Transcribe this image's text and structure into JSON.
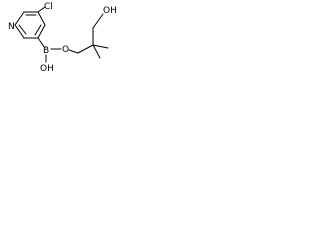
{
  "molecule": {
    "atoms": {
      "nitrogen": "N",
      "chlorine": "Cl",
      "boron": "B",
      "hydroxyl_boron": "OH",
      "oxygen_link": "O",
      "hydroxyl_top": "OH"
    },
    "bond_color": "#000000",
    "label_color": "#000000",
    "background": "#ffffff"
  }
}
